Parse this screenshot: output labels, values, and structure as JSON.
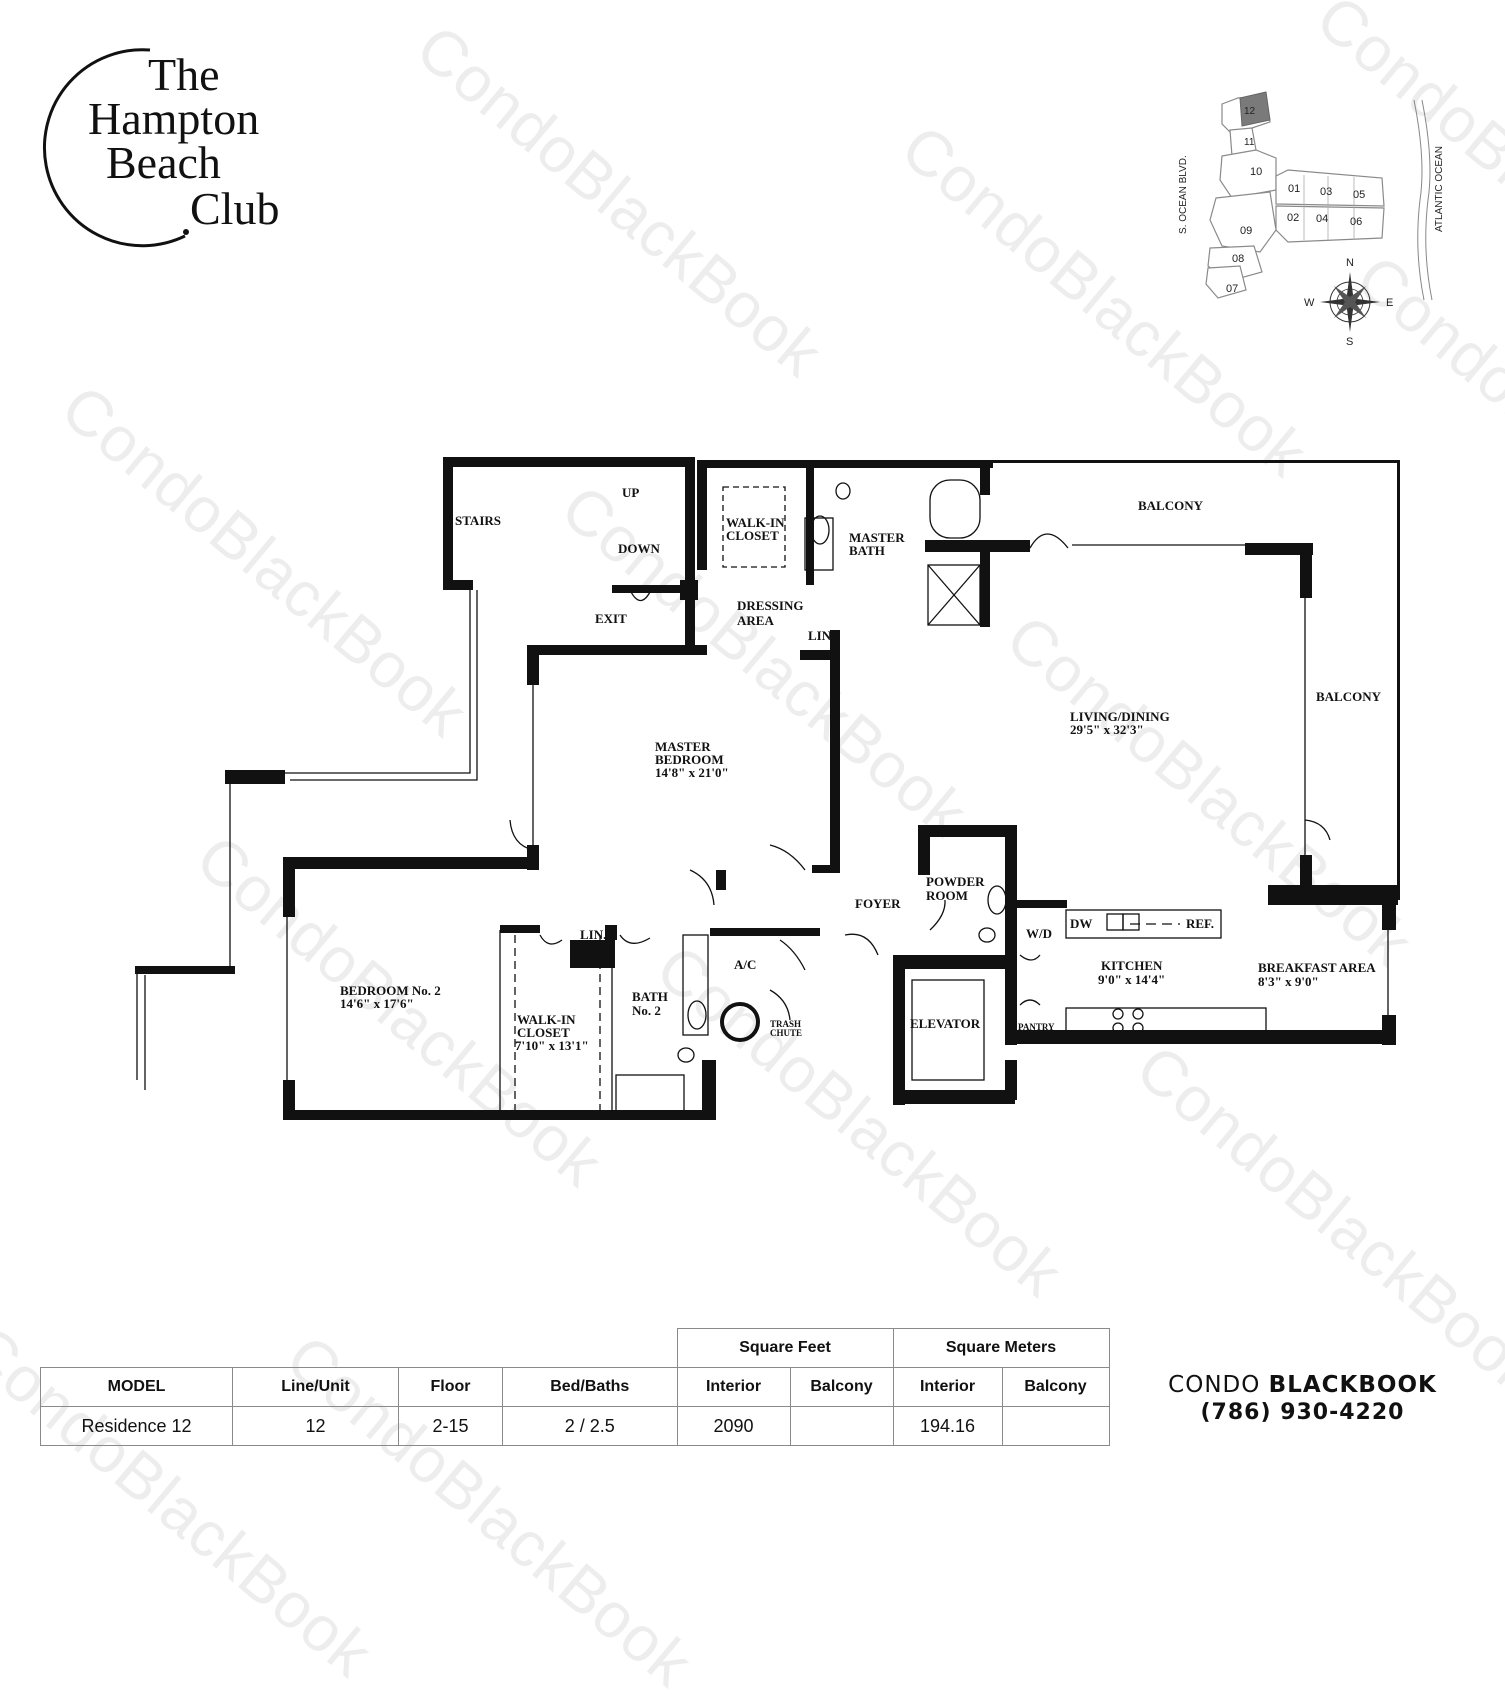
{
  "watermark_text": "CondoBlackBook",
  "logo": {
    "line1": "The",
    "line2": "Hampton",
    "line3": "Beach",
    "line4": "Club"
  },
  "key_plan": {
    "street_label": "S. OCEAN BLVD.",
    "ocean_label": "ATLANTIC OCEAN",
    "units": [
      "12",
      "11",
      "10",
      "01",
      "03",
      "05",
      "02",
      "04",
      "06",
      "09",
      "08",
      "07"
    ],
    "highlighted_unit": "12",
    "highlight_color": "#7a7a7a",
    "compass": {
      "n": "N",
      "s": "S",
      "e": "E",
      "w": "W"
    }
  },
  "floor_plan": {
    "rooms": {
      "stairs": "STAIRS",
      "up": "UP",
      "down": "DOWN",
      "exit": "EXIT",
      "walk_in_closet_1": "WALK-IN",
      "walk_in_closet_1b": "CLOSET",
      "dressing_1": "DRESSING",
      "dressing_2": "AREA",
      "lin_1": "LIN.",
      "master_bath_1": "MASTER",
      "master_bath_2": "BATH",
      "balcony_top": "BALCONY",
      "balcony_right": "BALCONY",
      "living_1": "LIVING/DINING",
      "living_2": "29'5\" x 32'3\"",
      "master_bed_1": "MASTER",
      "master_bed_2": "BEDROOM",
      "master_bed_3": "14'8\" x 21'0\"",
      "bedroom2_1": "BEDROOM No. 2",
      "bedroom2_2": "14'6\" x 17'6\"",
      "walk_in_closet_2a": "WALK-IN",
      "walk_in_closet_2b": "CLOSET",
      "walk_in_closet_2c": "7'10\" x 13'1\"",
      "lin_2": "LIN.",
      "bath2_1": "BATH",
      "bath2_2": "No. 2",
      "ac": "A/C",
      "trash_1": "TRASH",
      "trash_2": "CHUTE",
      "foyer": "FOYER",
      "powder_1": "POWDER",
      "powder_2": "ROOM",
      "wd": "W/D",
      "dw": "DW",
      "ref": "REF.",
      "kitchen_1": "KITCHEN",
      "kitchen_2": "9'0\" x 14'4\"",
      "breakfast_1": "BREAKFAST AREA",
      "breakfast_2": "8'3\" x 9'0\"",
      "elevator": "ELEVATOR",
      "pantry": "PANTRY"
    }
  },
  "specs": {
    "group_headers": {
      "square_feet": "Square Feet",
      "square_meters": "Square Meters"
    },
    "headers": {
      "model": "MODEL",
      "line_unit": "Line/Unit",
      "floor": "Floor",
      "bed_baths": "Bed/Baths",
      "sf_interior": "Interior",
      "sf_balcony": "Balcony",
      "sm_interior": "Interior",
      "sm_balcony": "Balcony"
    },
    "row": {
      "model": "Residence 12",
      "line_unit": "12",
      "floor": "2-15",
      "bed_baths": "2 / 2.5",
      "sf_interior": "2090",
      "sf_balcony": "",
      "sm_interior": "194.16",
      "sm_balcony": ""
    }
  },
  "brand": {
    "name_light": "CONDO ",
    "name_bold": "BLACKBOOK",
    "phone": "(786) 930-4220"
  }
}
